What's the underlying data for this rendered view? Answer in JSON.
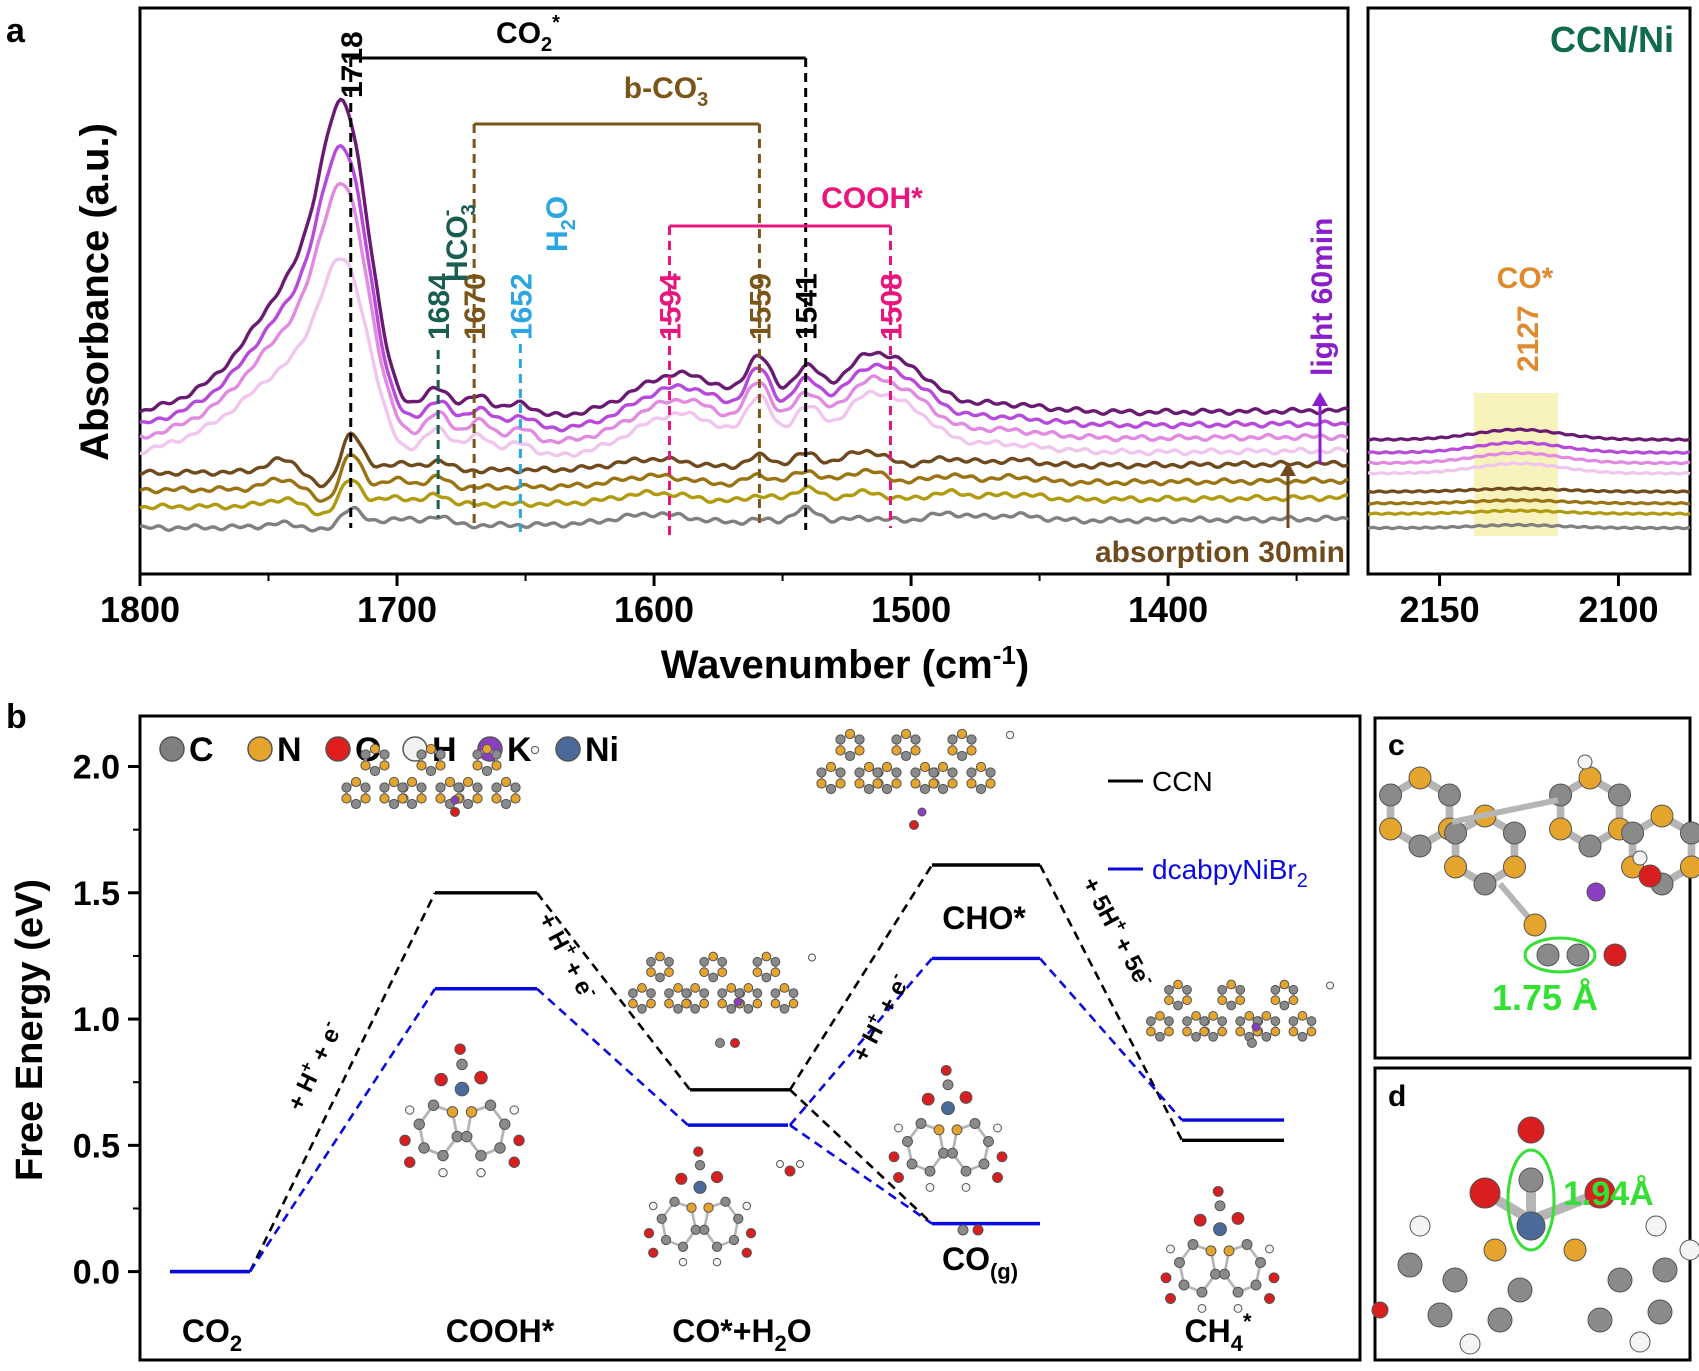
{
  "chart_data": [
    {
      "panel": "a",
      "type": "line",
      "xlabel": "Wavenumber (cm",
      "xlabel_sup": "-1",
      "xlabel_end": ")",
      "ylabel": "Absorbance (a.u.)",
      "sample": "CCN/Ni",
      "xlim_left": [
        1800,
        1330
      ],
      "xlim_right": [
        2170,
        2080
      ],
      "ticks_left": [
        "1800",
        "1700",
        "1600",
        "1500",
        "1400"
      ],
      "tick_vals_left": [
        1800,
        1700,
        1600,
        1500,
        1400
      ],
      "ticks_right": [
        "2150",
        "2100"
      ],
      "tick_vals_right": [
        2150,
        2100
      ],
      "peaks": [
        {
          "label": "1718",
          "x": 1718,
          "color": "#000000"
        },
        {
          "label": "1684",
          "x": 1684,
          "color": "#1a5e52"
        },
        {
          "label": "1670",
          "x": 1670,
          "color": "#7a5418"
        },
        {
          "label": "1652",
          "x": 1652,
          "color": "#2aa6e2"
        },
        {
          "label": "1594",
          "x": 1594,
          "color": "#e8167c"
        },
        {
          "label": "1559",
          "x": 1559,
          "color": "#7a5418"
        },
        {
          "label": "1541",
          "x": 1541,
          "color": "#000000"
        },
        {
          "label": "1508",
          "x": 1508,
          "color": "#e8167c"
        }
      ],
      "right_peak": {
        "label": "2127",
        "x": 2127,
        "name": "CO*",
        "color": "#e08a30"
      },
      "species": {
        "co2": "CO",
        "co2_sub": "2",
        "co2_sup": "*",
        "bco3": "b-CO",
        "bco3_sub": "3",
        "bco3_sup": "-",
        "hco3": "HCO",
        "hco3_sub": "3",
        "hco3_sup": "-",
        "h2o": "H",
        "h2o_sub": "2",
        "h2o_end": "O",
        "cooh": "COOH*"
      },
      "annotations": {
        "light": "light 60min",
        "absorption": "absorption 30min"
      },
      "series_colors": [
        "#808080",
        "#b09a10",
        "#9a7412",
        "#6e4a1c",
        "#f0c6ee",
        "#e28ae2",
        "#b84adb",
        "#6a1a72"
      ],
      "right_baselines": [
        0.0,
        0.11,
        0.19,
        0.28,
        0.42,
        0.5,
        0.58,
        0.68
      ]
    },
    {
      "panel": "b",
      "type": "line",
      "ylabel": "Free Energy (eV)",
      "ylim": [
        -0.35,
        2.2
      ],
      "yticks": [
        "0.0",
        "0.5",
        "1.0",
        "1.5",
        "2.0"
      ],
      "ytick_vals": [
        0.0,
        0.5,
        1.0,
        1.5,
        2.0
      ],
      "element_legend": [
        {
          "label": "C",
          "color": "#808080"
        },
        {
          "label": "N",
          "color": "#e5a52c"
        },
        {
          "label": "O",
          "color": "#e01e1e"
        },
        {
          "label": "H",
          "color": "#f2f2f2"
        },
        {
          "label": "K",
          "color": "#8a3ec2"
        },
        {
          "label": "Ni",
          "color": "#4a6a9a"
        }
      ],
      "series": [
        {
          "name": "CCN",
          "color": "#000000",
          "values": [
            0.0,
            1.5,
            0.72,
            1.61,
            0.52
          ],
          "final_extra": null
        },
        {
          "name": "dcabpyNiBr",
          "name_sub": "2",
          "color": "#0a0ae0",
          "values": [
            0.0,
            1.12,
            0.58,
            1.24,
            0.6
          ],
          "co_g": 0.19
        }
      ],
      "states": [
        "CO",
        "COOH*",
        "CO*+H",
        "CHO*",
        "CH"
      ],
      "state_parts": {
        "co2_sub": "2",
        "coh2o_sub": "2",
        "coh2o_end": "O",
        "cog": "CO",
        "cog_sub": "(g)",
        "ch4_sub": "4",
        "ch4_sup": "*"
      },
      "steps": [
        {
          "label": "+ H",
          "sup": "+",
          "mid": " + e",
          "sup2": "-"
        },
        {
          "label": "+ H",
          "sup": "+",
          "mid": " + e",
          "sup2": "-"
        },
        {
          "label": "+ H",
          "sup": "+",
          "mid": " + e",
          "sup2": "-"
        },
        {
          "label": "+ 5H",
          "sup": "+",
          "mid": " + 5e",
          "sup2": "-"
        }
      ]
    }
  ],
  "panels": {
    "a": "a",
    "b": "b",
    "c": "c",
    "d": "d",
    "c_distance": "1.75 Å",
    "d_distance": "1.94Å"
  }
}
